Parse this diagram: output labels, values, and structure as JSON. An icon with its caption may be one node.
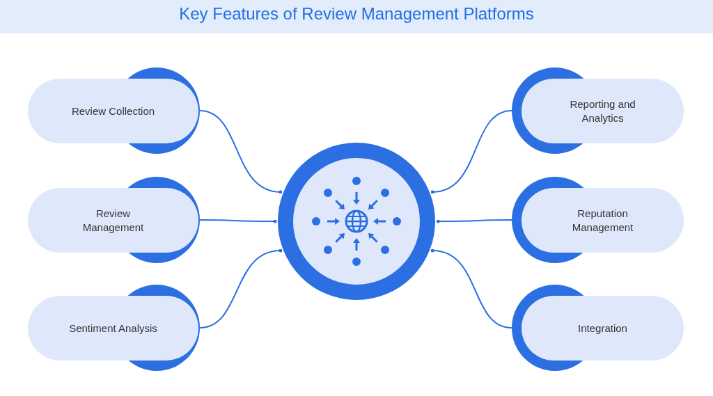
{
  "diagram": {
    "title": "Key Features of Review Management Platforms",
    "nodes": [
      {
        "text": [
          "Review Collection"
        ]
      },
      {
        "text": [
          "Review Management"
        ]
      },
      {
        "text": [
          "Sentiment Analysis"
        ]
      },
      {
        "text": [],
        "shape": "circle"
      },
      {
        "text": [
          "Reporting and Analytics"
        ]
      },
      {
        "text": [
          "Reputation Management"
        ]
      },
      {
        "text": [
          "Integration"
        ]
      }
    ],
    "edges": [
      {
        "from": 0,
        "to": 3,
        "arrow": "other"
      },
      {
        "from": 1,
        "to": 3,
        "arrow": "other"
      },
      {
        "from": 2,
        "to": 3,
        "arrow": "other"
      },
      {
        "from": 4,
        "to": 3,
        "arrow": "other"
      },
      {
        "from": 5,
        "to": 3,
        "arrow": "other"
      },
      {
        "from": 6,
        "to": 3,
        "arrow": "other"
      }
    ]
  }
}
